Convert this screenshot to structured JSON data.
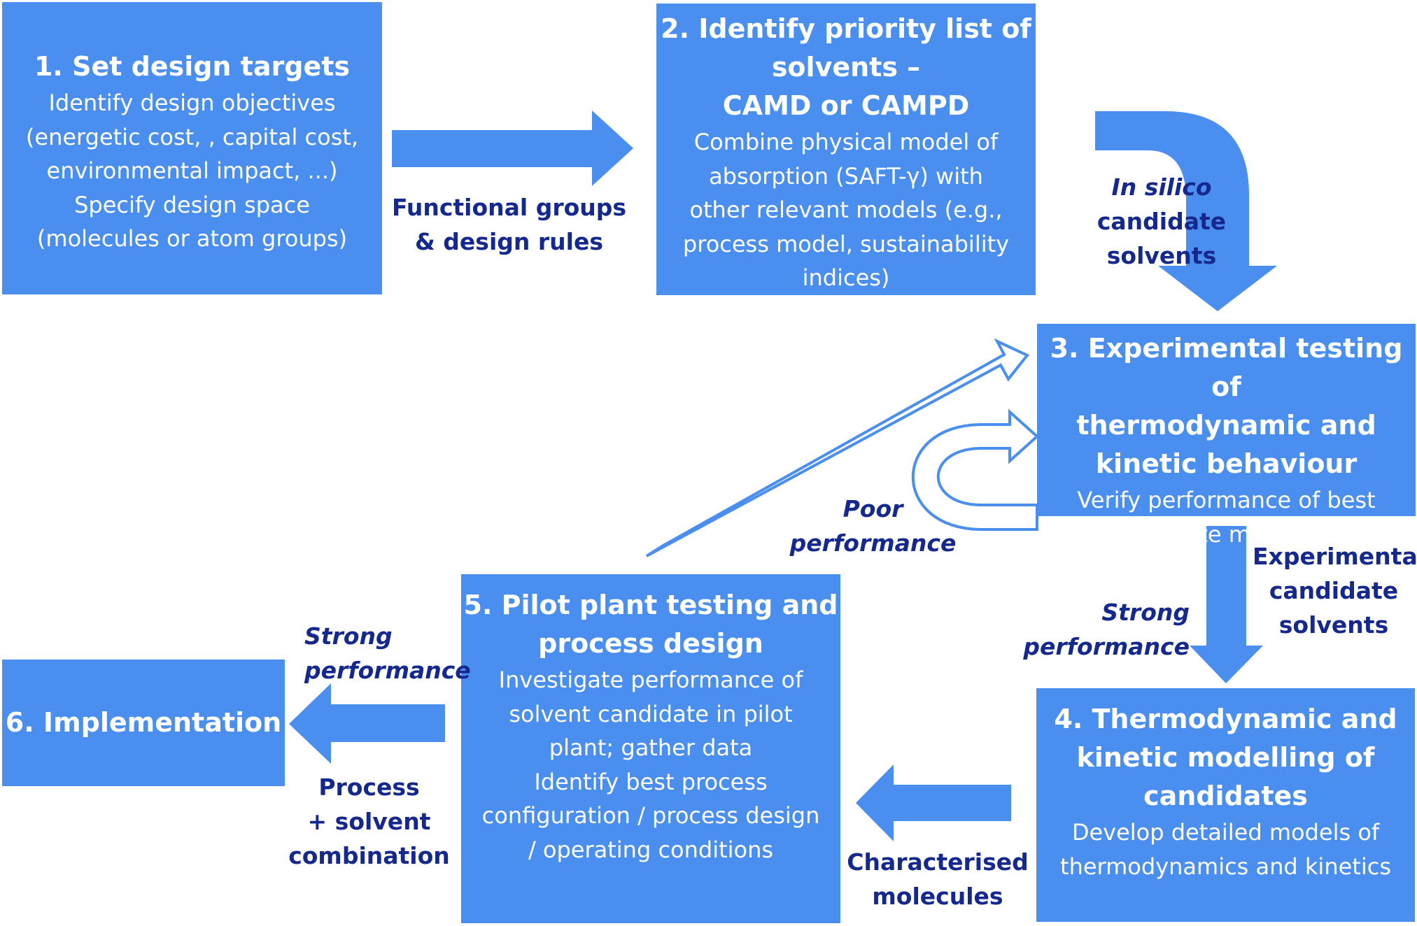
{
  "colors": {
    "box_fill": "#4a8ef0",
    "label_text": "#14288e",
    "outline_arrow": "#4a8ef0"
  },
  "steps": [
    {
      "title": "1. Set design targets",
      "body": [
        "Identify design objectives",
        "(energetic cost, , capital cost,",
        "environmental impact, ...)",
        "Specify design space",
        "(molecules or atom groups)"
      ]
    },
    {
      "title": [
        "2. Identify priority list of",
        "solvents –",
        "CAMD or CAMPD"
      ],
      "body": [
        "Combine physical model of",
        "absorption (SAFT-γ) with",
        "other relevant models (e.g.,",
        "process model, sustainability",
        "indices)"
      ]
    },
    {
      "title": [
        "3. Experimental testing of",
        "thermodynamic and",
        "kinetic behaviour"
      ],
      "body": [
        "Verify performance of best",
        "candidate molecules"
      ]
    },
    {
      "title": [
        "4. Thermodynamic and",
        "kinetic modelling of",
        "candidates"
      ],
      "body": [
        "Develop detailed models of",
        "thermodynamics and kinetics"
      ]
    },
    {
      "title": [
        "5. Pilot plant testing and",
        "process design"
      ],
      "body": [
        "Investigate performance of",
        "solvent candidate in pilot",
        "plant; gather data",
        "Identify best process",
        "configuration / process design",
        "/ operating conditions"
      ]
    },
    {
      "title": "6. Implementation"
    }
  ],
  "arrow_labels": {
    "functional_groups": [
      "Functional groups",
      "& design rules"
    ],
    "in_silico": [
      "In silico",
      "candidate",
      "solvents"
    ],
    "experimental_candidate": [
      "Experimental",
      "candidate",
      "solvents"
    ],
    "strong_performance_right": [
      "Strong",
      "performance"
    ],
    "poor_performance": [
      "Poor",
      "performance"
    ],
    "characterised": [
      "Characterised",
      "molecules"
    ],
    "strong_performance_left": [
      "Strong",
      "performance"
    ],
    "process_solvent": [
      "Process",
      "+ solvent",
      "combination"
    ]
  }
}
